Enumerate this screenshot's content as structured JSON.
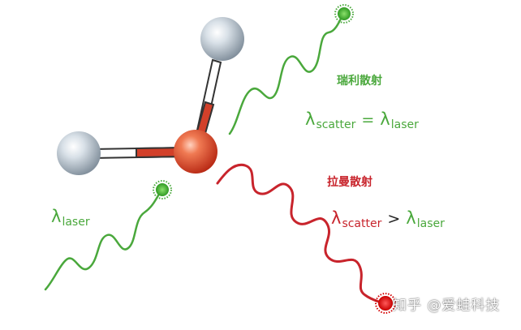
{
  "labels": {
    "rayleigh_title": "瑞利散射",
    "raman_title": "拉曼散射",
    "rayleigh_equation": {
      "left_symbol": "λ",
      "left_subscript": "scatter",
      "operator": "=",
      "right_symbol": "λ",
      "right_subscript": "laser"
    },
    "raman_equation": {
      "left_symbol": "λ",
      "left_subscript": "scatter",
      "operator": ">",
      "right_symbol": "λ",
      "right_subscript": "laser"
    },
    "incident": {
      "symbol": "λ",
      "subscript": "laser"
    }
  },
  "watermark": "知乎 @爱蛙科技",
  "colors": {
    "green": "#4aa83c",
    "red": "#c8242c",
    "atom_gray": "#b3c0cb",
    "atom_red": "#e24c2b"
  }
}
